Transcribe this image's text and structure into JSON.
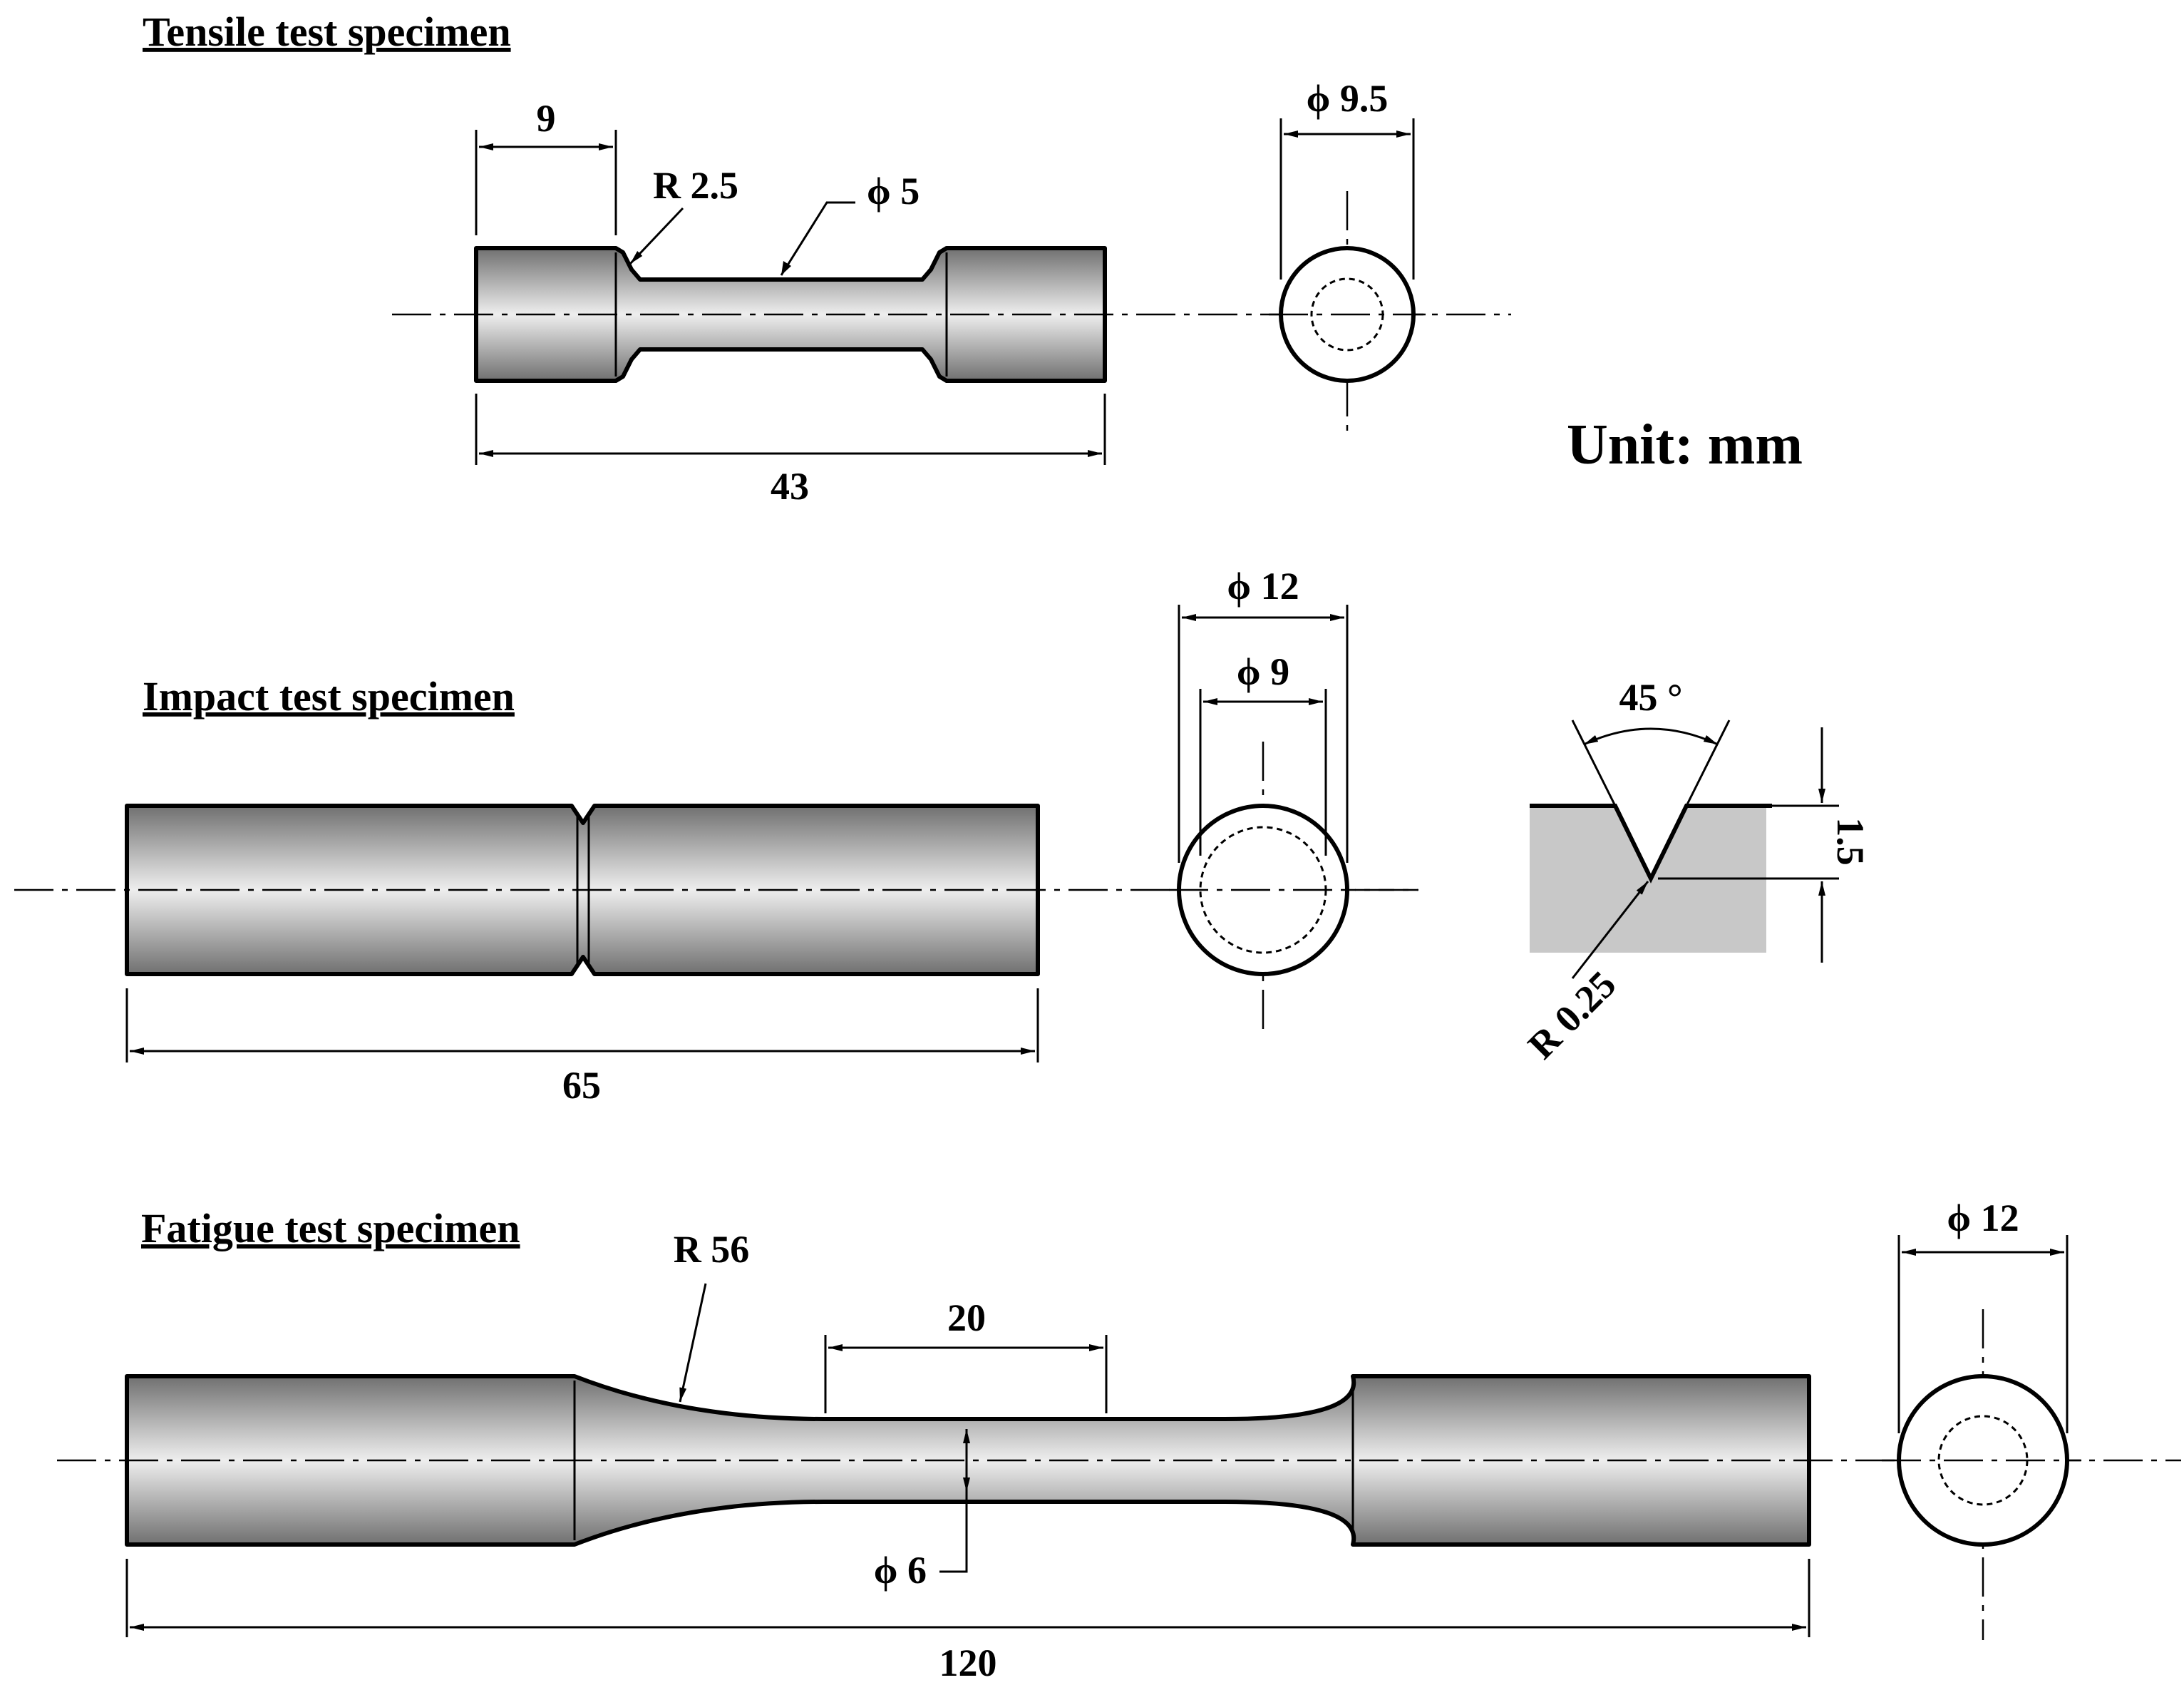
{
  "unit_label": "Unit: mm",
  "tensile": {
    "title": "Tensile test specimen",
    "dim_grip": "9",
    "dim_radius": "R 2.5",
    "dim_gauge_dia": "ϕ 5",
    "dim_length": "43",
    "dim_end_dia": "ϕ 9.5"
  },
  "impact": {
    "title": "Impact test specimen",
    "dim_length": "65",
    "dim_outer_dia": "ϕ 12",
    "dim_inner_dia": "ϕ 9",
    "notch_angle": "45 °",
    "notch_depth": "1.5",
    "notch_radius": "R 0.25"
  },
  "fatigue": {
    "title": "Fatigue test specimen",
    "dim_radius": "R 56",
    "dim_gauge_len": "20",
    "dim_gauge_dia": "ϕ 6",
    "dim_length": "120",
    "dim_end_dia": "ϕ 12"
  },
  "colors": {
    "metal_light": "#eeeeee",
    "metal_dark": "#707070",
    "notch_block": "#c8c8c8"
  }
}
